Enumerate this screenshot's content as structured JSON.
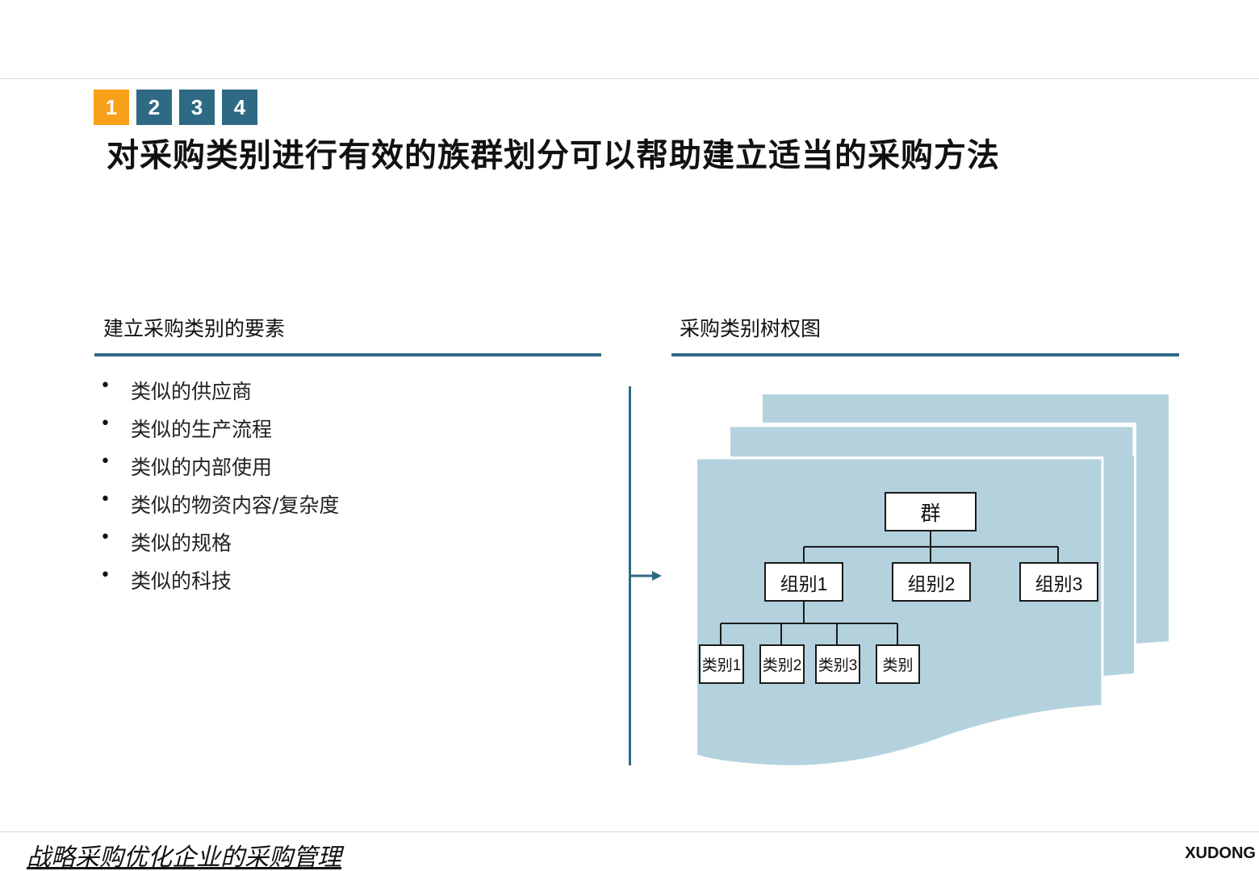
{
  "tabs": [
    {
      "label": "1",
      "active": true
    },
    {
      "label": "2",
      "active": false
    },
    {
      "label": "3",
      "active": false
    },
    {
      "label": "4",
      "active": false
    }
  ],
  "title": "对采购类别进行有效的族群划分可以帮助建立适当的采购方法",
  "left_section": {
    "heading": "建立采购类别的要素",
    "items": [
      "类似的供应商",
      "类似的生产流程",
      "类似的内部使用",
      "类似的物资内容/复杂度",
      "类似的规格",
      "类似的科技"
    ]
  },
  "right_section": {
    "heading": "采购类别树权图",
    "tree": {
      "root": "群",
      "groups": [
        "组别1",
        "组别2",
        "组别3"
      ],
      "categories": [
        "类别1",
        "类别2",
        "类别3",
        "类别"
      ]
    }
  },
  "footer": {
    "title": "战略采购优化企业的采购管理",
    "brand": "XUDONG"
  },
  "colors": {
    "accent_orange": "#f7a11a",
    "accent_teal": "#2e6a84",
    "sheet_fill": "#b3d2de"
  }
}
